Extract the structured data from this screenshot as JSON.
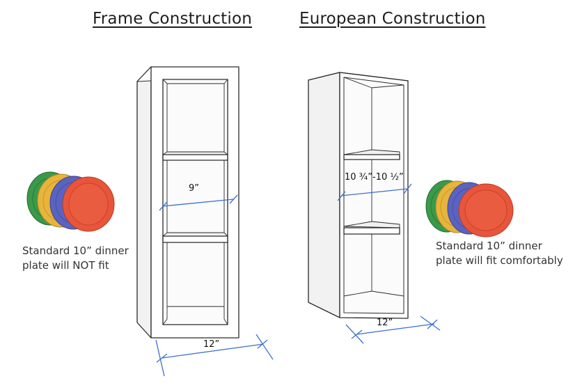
{
  "titles": {
    "frame": "Frame Construction",
    "european": "European Construction"
  },
  "dimensions": {
    "frame_inner_width": "9”",
    "frame_depth": "12”",
    "european_inner_width": "10 ¾”-10 ½”",
    "european_depth": "12”"
  },
  "captions": {
    "frame_line1": "Standard 10” dinner",
    "frame_line2": "plate will NOT fit",
    "european_line1": "Standard 10” dinner",
    "european_line2": "plate will fit comfortably"
  },
  "colors": {
    "plate_green": "#3a9a4a",
    "plate_yellow": "#e8b43a",
    "plate_blue": "#5a64c0",
    "plate_red": "#e8553a",
    "dimension_line": "#3a6fd0",
    "cabinet_stroke": "#2a2a2a"
  }
}
